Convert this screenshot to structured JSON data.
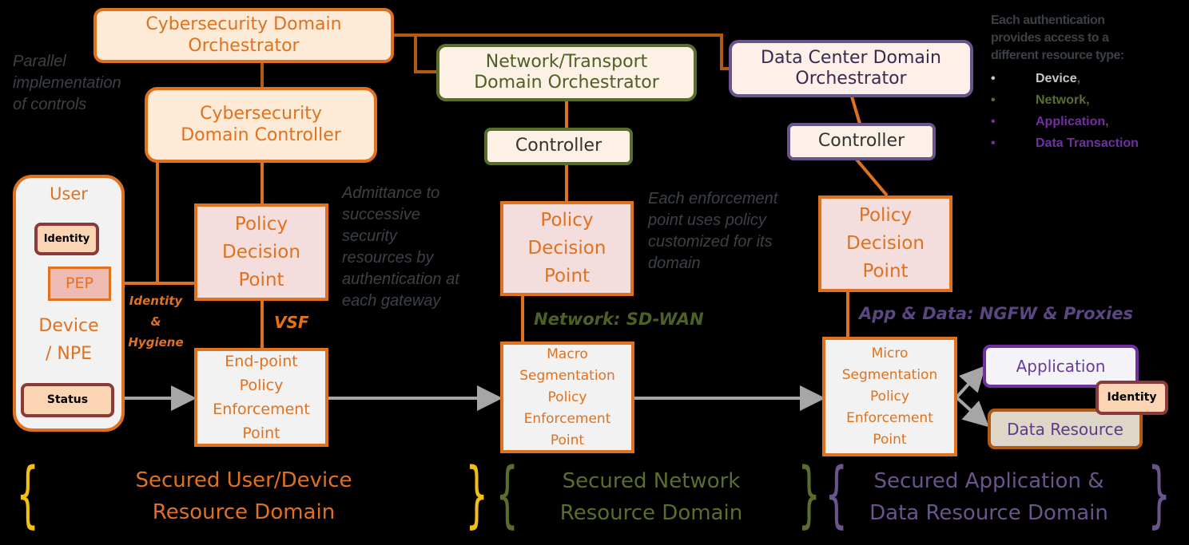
{
  "orchestrators": {
    "cyber": "Cybersecurity Domain\nOrchestrator",
    "network": "Network/Transport\nDomain Orchestrator",
    "datacenter": "Data Center Domain\nOrchestrator"
  },
  "controllers": {
    "cyber": "Cybersecurity\nDomain Controller",
    "network": "Controller",
    "datacenter": "Controller"
  },
  "pdp": {
    "label": "Policy\nDecision\nPoint"
  },
  "pep": {
    "endpoint": "End-point\nPolicy\nEnforcement\nPoint",
    "macro": "Macro\nSegmentation\nPolicy\nEnforcement\nPoint",
    "micro": "Micro\nSegmentation\nPolicy\nEnforcement\nPoint"
  },
  "user_device": {
    "user": "User",
    "identity": "Identity",
    "pep": "PEP",
    "device": "Device\n/ NPE",
    "status": "Status"
  },
  "resources": {
    "application": "Application",
    "data": "Data Resource",
    "identity": "Identity"
  },
  "labels": {
    "identity_hygiene": "Identity\n&\nHygiene",
    "vsf": "VSF",
    "network_sdwan": "Network: SD-WAN",
    "app_data": "App & Data: NGFW & Proxies"
  },
  "notes": {
    "parallel": "Parallel\nimplementation\nof controls",
    "admittance": "Admittance to\nsuccessive\nsecurity\nresources by\nauthentication at\neach gateway",
    "each_enforcement": "Each enforcement\npoint uses policy\ncustomized for its\ndomain"
  },
  "legend": {
    "intro": "Each authentication\nprovides access to a\ndifferent resource type:",
    "items": [
      {
        "text": "Device",
        "suffix": ",",
        "color": "#c8c8c8"
      },
      {
        "text": "Network,",
        "suffix": "",
        "color": "#5a6e2c"
      },
      {
        "text": "Application",
        "suffix": ",",
        "color": "#7030a0"
      },
      {
        "text": "Data Transaction",
        "suffix": "",
        "color": "#7030a0"
      }
    ]
  },
  "domains": {
    "user_device": "Secured User/Device\nResource Domain",
    "network": "Secured Network\nResource Domain",
    "app_data": "Secured Application &\nData Resource Domain"
  },
  "colors": {
    "orange": "#e0711e",
    "green": "#5a6e2c",
    "purple": "#6a548c",
    "brown": "#8b3a3a",
    "grey_arrow": "#a6a6a6"
  }
}
